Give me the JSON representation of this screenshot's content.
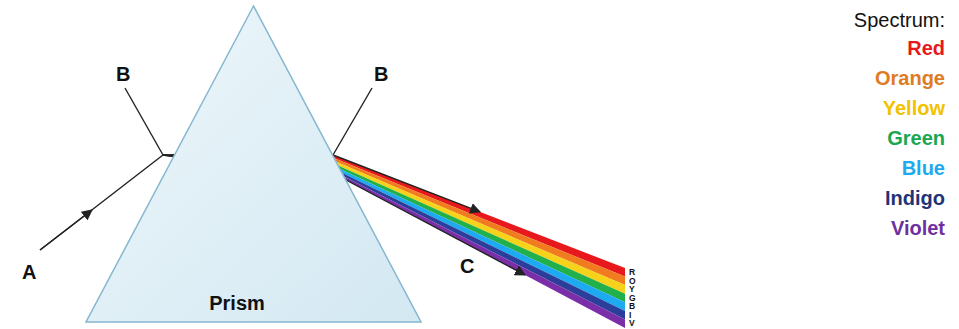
{
  "diagram": {
    "nodes": [
      {
        "text": [
          "Prism"
        ]
      }
    ],
    "labels": [
      "A",
      "B",
      "B",
      "C",
      "R",
      "O",
      "Y",
      "G",
      "B",
      "I",
      "V",
      "Spectrum:",
      "Red",
      "Orange",
      "Yellow",
      "Green",
      "Blue",
      "Indigo",
      "Violet"
    ]
  }
}
